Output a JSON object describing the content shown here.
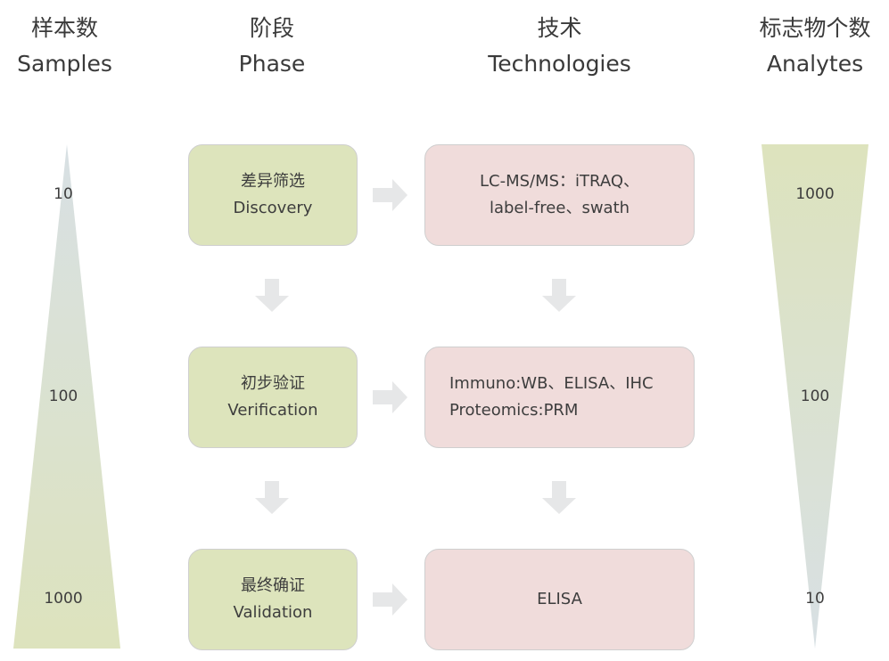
{
  "headers": [
    {
      "cn": "样本数",
      "en": "Samples"
    },
    {
      "cn": "阶段",
      "en": "Phase"
    },
    {
      "cn": "技术",
      "en": "Technologies"
    },
    {
      "cn": "标志物个数",
      "en": "Analytes"
    }
  ],
  "samples": [
    "10",
    "100",
    "1000"
  ],
  "analytes": [
    "1000",
    "100",
    "10"
  ],
  "phases": [
    {
      "cn": "差异筛选",
      "en": "Discovery"
    },
    {
      "cn": "初步验证",
      "en": "Verification"
    },
    {
      "cn": "最终确证",
      "en": "Validation"
    }
  ],
  "technologies": [
    {
      "line1": "LC-MS/MS：iTRAQ、",
      "line2": "label-free、swath"
    },
    {
      "line1": "Immuno:WB、ELISA、IHC",
      "line2": "Proteomics:PRM"
    },
    {
      "line1": "ELISA",
      "line2": ""
    }
  ],
  "colors": {
    "phase": "#dde4bc",
    "tech": "#f0dcdb",
    "arrow": "#e6e7e8",
    "tri_top": "#d8e0e4",
    "tri_bottom": "#dde3bd"
  }
}
